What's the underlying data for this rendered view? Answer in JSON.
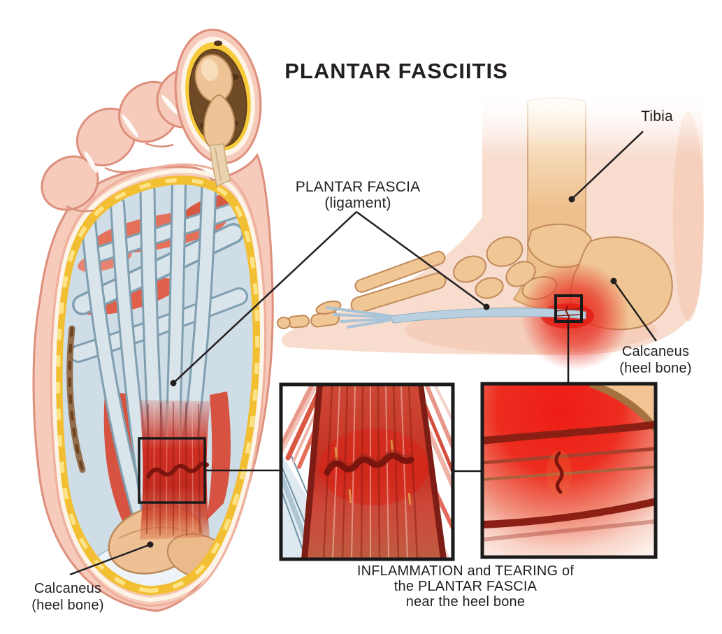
{
  "title": "PLANTAR FASCIITIS",
  "labels": {
    "plantar_fascia": {
      "line1": "PLANTAR FASCIA",
      "line2": "(ligament)"
    },
    "tibia": "Tibia",
    "calcaneus_side": {
      "line1": "Calcaneus",
      "line2": "(heel bone)"
    },
    "calcaneus_plantar": {
      "line1": "Calcaneus",
      "line2": "(heel bone)"
    }
  },
  "caption": {
    "line1": "INFLAMMATION and TEARING of",
    "line2": "the PLANTAR FASCIA",
    "line3": "near the heel bone"
  },
  "colors": {
    "text": "#231f20",
    "pointer_line": "#231f20",
    "highlight_box": "#1a1a1a",
    "skin_pink": "#f6cbbb",
    "fat_yellow": "#f9cf35",
    "fascia_blue": "#cfdde7",
    "muscle_red": "#e0604c",
    "inflamed_red": "#cf2d21",
    "tear_dark": "#7d150f",
    "bone_tan": "#f0c695"
  }
}
